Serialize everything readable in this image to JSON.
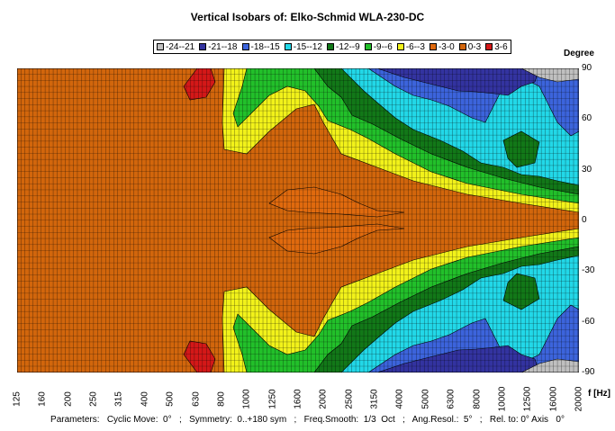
{
  "chart_data": {
    "type": "heatmap",
    "title": "Vertical Isobars of:   Elko-Schmid  WLA-230-DC",
    "xlabel": "f [Hz]",
    "ylabel": "Degree",
    "x_scale": "log",
    "x_ticks": [
      "125",
      "160",
      "200",
      "250",
      "315",
      "400",
      "500",
      "630",
      "800",
      "1000",
      "1250",
      "1600",
      "2000",
      "2500",
      "3150",
      "4000",
      "5000",
      "6300",
      "8000",
      "10000",
      "12500",
      "16000",
      "20000"
    ],
    "y_ticks": [
      "90",
      "60",
      "30",
      "0",
      "-30",
      "-60",
      "-90"
    ],
    "ylim": [
      -90,
      90
    ],
    "xlim": [
      125,
      20000
    ],
    "grid": true,
    "legend_position": "top",
    "legend": [
      {
        "label": "-24--21",
        "color": "#c0c0c0"
      },
      {
        "label": "-21--18",
        "color": "#3333a0"
      },
      {
        "label": "-18--15",
        "color": "#3c64dc"
      },
      {
        "label": "-15--12",
        "color": "#22d8e8"
      },
      {
        "label": "-12--9",
        "color": "#127818"
      },
      {
        "label": "-9--6",
        "color": "#22c02a"
      },
      {
        "label": "-6--3",
        "color": "#f2f21a"
      },
      {
        "label": "-3-0",
        "color": "#e06a0e"
      },
      {
        "label": "0-3",
        "color": "#d2660c"
      },
      {
        "label": "3-6",
        "color": "#d41818"
      }
    ],
    "level_regions_deg_vs_freq": [
      {
        "level": "3-6",
        "near": [
          [
            "630",
            80
          ],
          [
            "630",
            -80
          ]
        ]
      },
      {
        "level": "-6--3",
        "from_hz": 800,
        "boundary_angle_deg": 60
      },
      {
        "level": "-12--9",
        "from_hz": 1250,
        "boundary_angle_deg": 55
      },
      {
        "level": "-15--12",
        "from_hz": 3150,
        "boundary_angle_deg": 40
      },
      {
        "level": "-21--18",
        "from_hz": 4000,
        "boundary_angle_deg": 50
      },
      {
        "level": "-24--21",
        "from_hz": 12500,
        "boundary_angle_deg": 60
      }
    ]
  },
  "footer": "Parameters:   Cyclic Move:  0°   ;   Symmetry:  0..+180 sym   ;   Freq.Smooth:  1/3  Oct   ;   Ang.Resol.:  5°   ;   Rel. to: 0° Axis   0°"
}
